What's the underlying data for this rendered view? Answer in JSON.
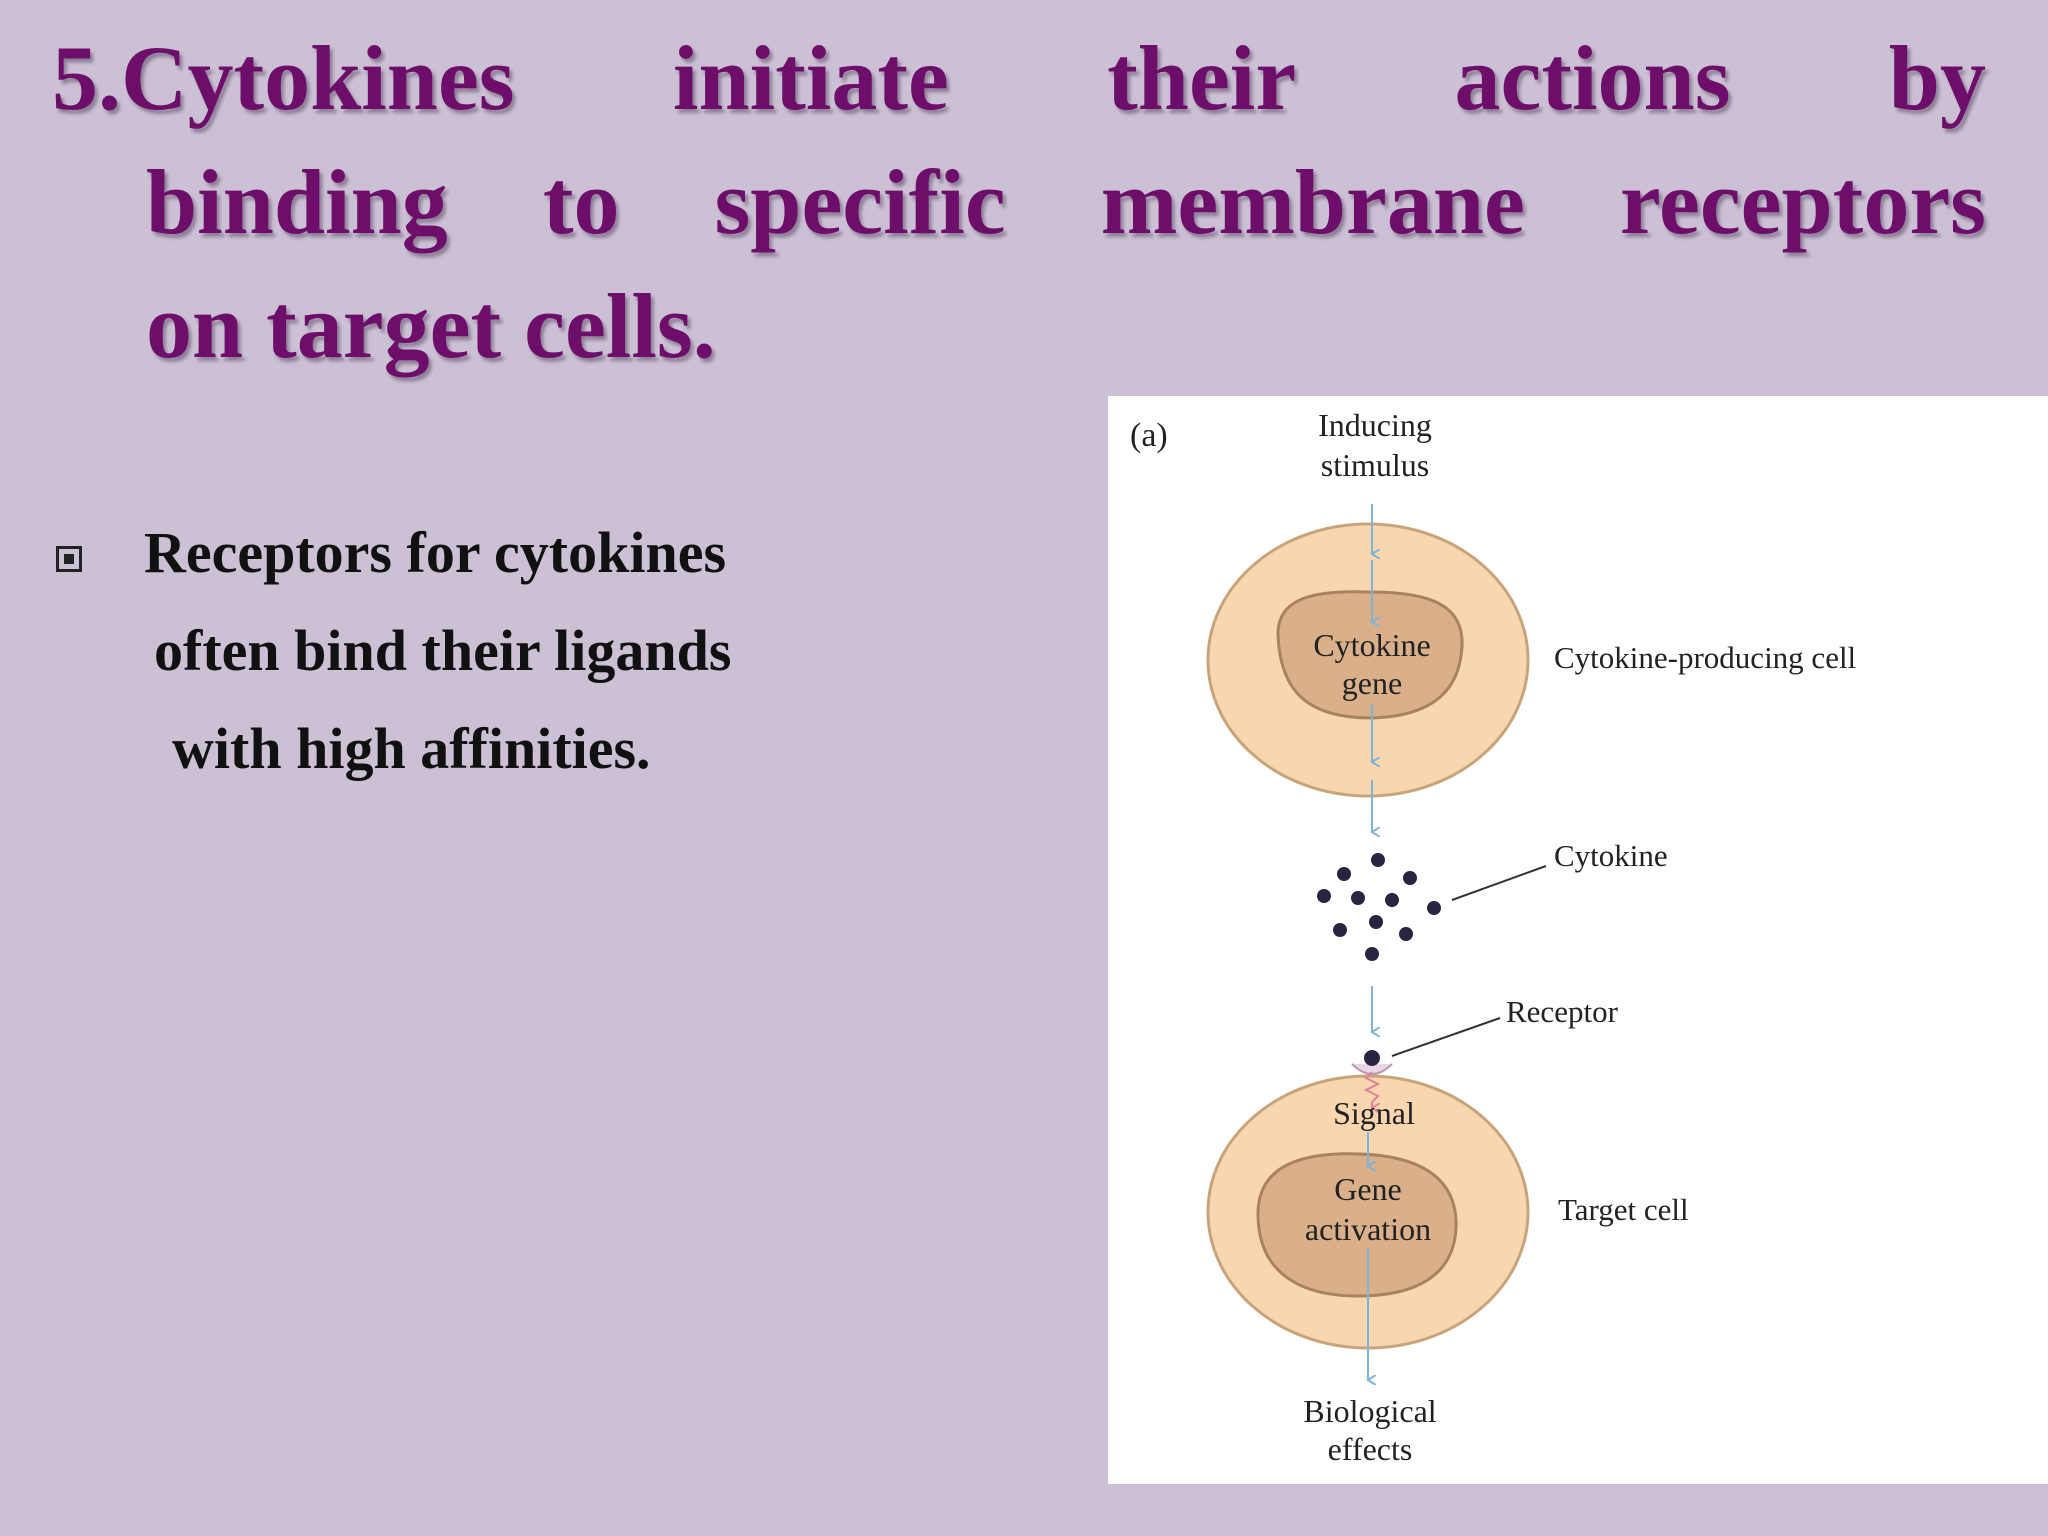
{
  "title": {
    "line1_words": [
      "5.Cytokines",
      "initiate",
      "their",
      "actions",
      "by"
    ],
    "line2_words": [
      "binding",
      "to",
      "specific",
      "membrane",
      "receptors"
    ],
    "line3": "on target cells."
  },
  "bullet": {
    "lines": [
      "Receptors for cytokines",
      "often bind their ligands",
      "with high affinities."
    ]
  },
  "figure": {
    "panel_label": "(a)",
    "inducing_stimulus": [
      "Inducing",
      "stimulus"
    ],
    "cytokine_gene": [
      "Cytokine",
      "gene"
    ],
    "producing_cell": "Cytokine-producing cell",
    "cytokine": "Cytokine",
    "receptor": "Receptor",
    "signal": "Signal",
    "gene_activation": [
      "Gene",
      "activation"
    ],
    "target_cell": "Target cell",
    "biological_effects": [
      "Biological",
      "effects"
    ]
  },
  "colors": {
    "background": "#cbc0d4",
    "title": "#6d0f6a",
    "cell_fill": "#f8d7b0",
    "nucleus_fill": "#d9b08a",
    "arrow": "#7fb3d8",
    "signal_arrow": "#e27f9a",
    "dots": "#2a2440"
  }
}
